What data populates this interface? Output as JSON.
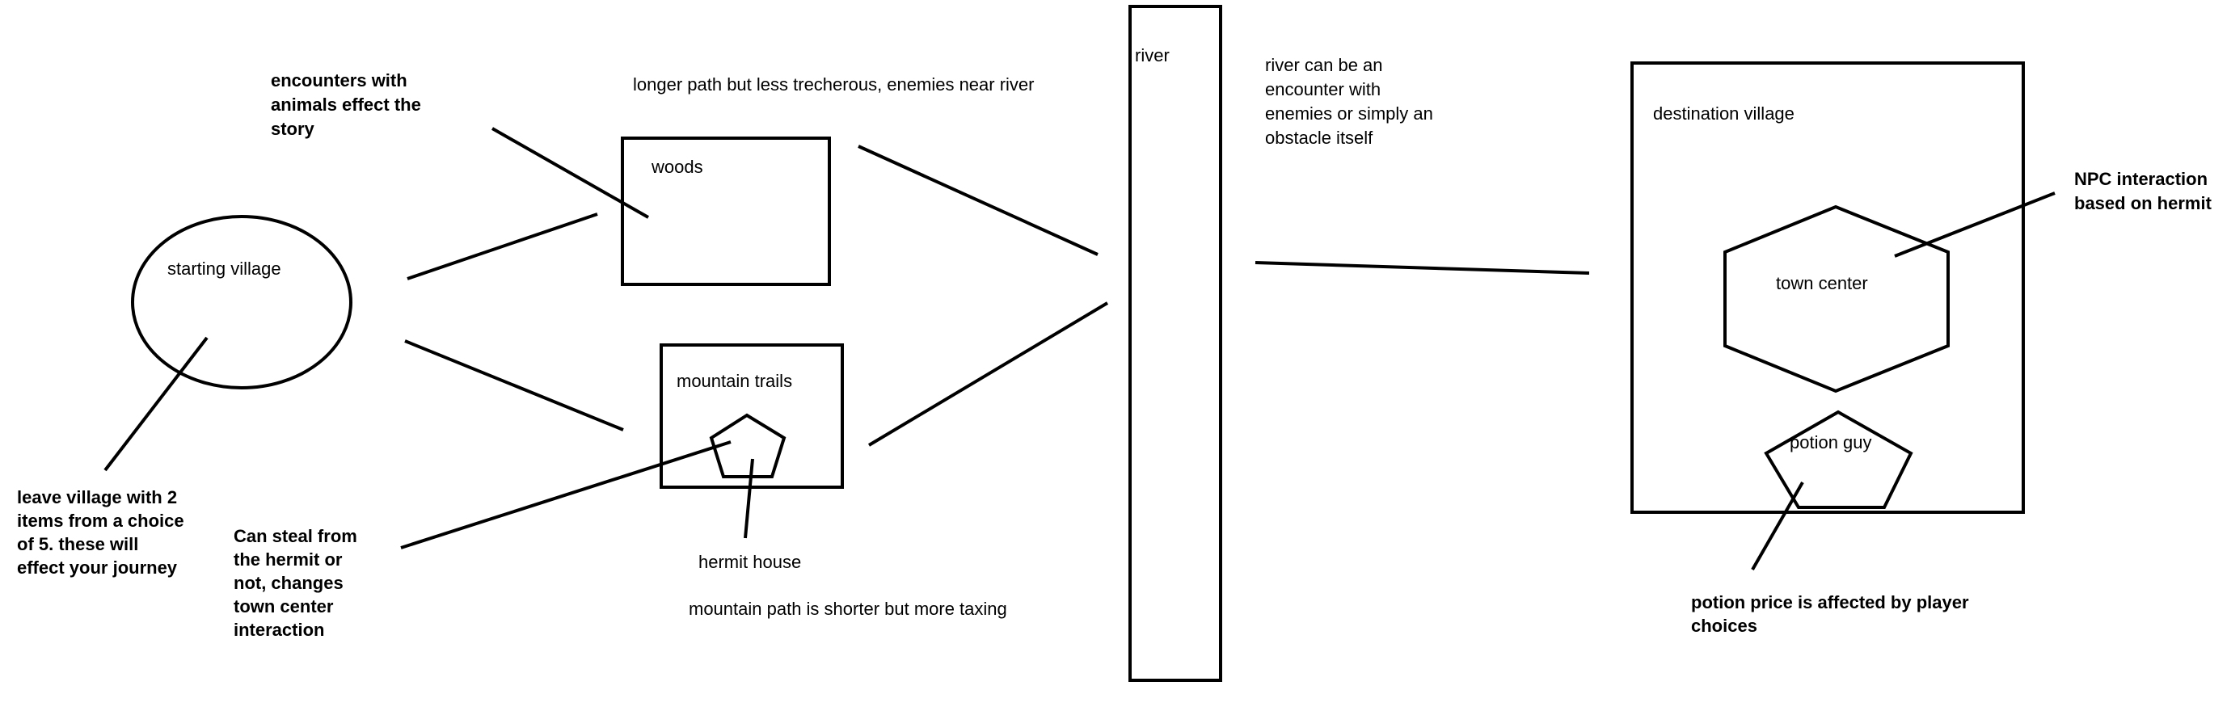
{
  "nodes": {
    "starting_village": "starting village",
    "woods": "woods",
    "mountain_trails": "mountain trails",
    "hermit_house": "hermit house",
    "river": "river",
    "destination_village": "destination village",
    "town_center": "town center",
    "potion_guy": "potion guy"
  },
  "notes": {
    "animals": [
      "encounters with",
      "animals effect the",
      "story"
    ],
    "longer_path": "longer path but less trecherous, enemies near river",
    "river_encounter": [
      "river can be an",
      "encounter with",
      "enemies or simply an",
      "obstacle itself"
    ],
    "npc": [
      "NPC interaction",
      "based on hermit"
    ],
    "leave_village": [
      "leave village with 2",
      "items from a choice",
      "of 5. these will",
      "effect your journey"
    ],
    "steal": [
      "Can steal from",
      "the hermit or",
      "not, changes",
      "town center",
      "interaction"
    ],
    "mountain_path": "mountain path is shorter but more taxing",
    "potion_price": [
      "potion price is affected by player",
      "choices"
    ]
  }
}
